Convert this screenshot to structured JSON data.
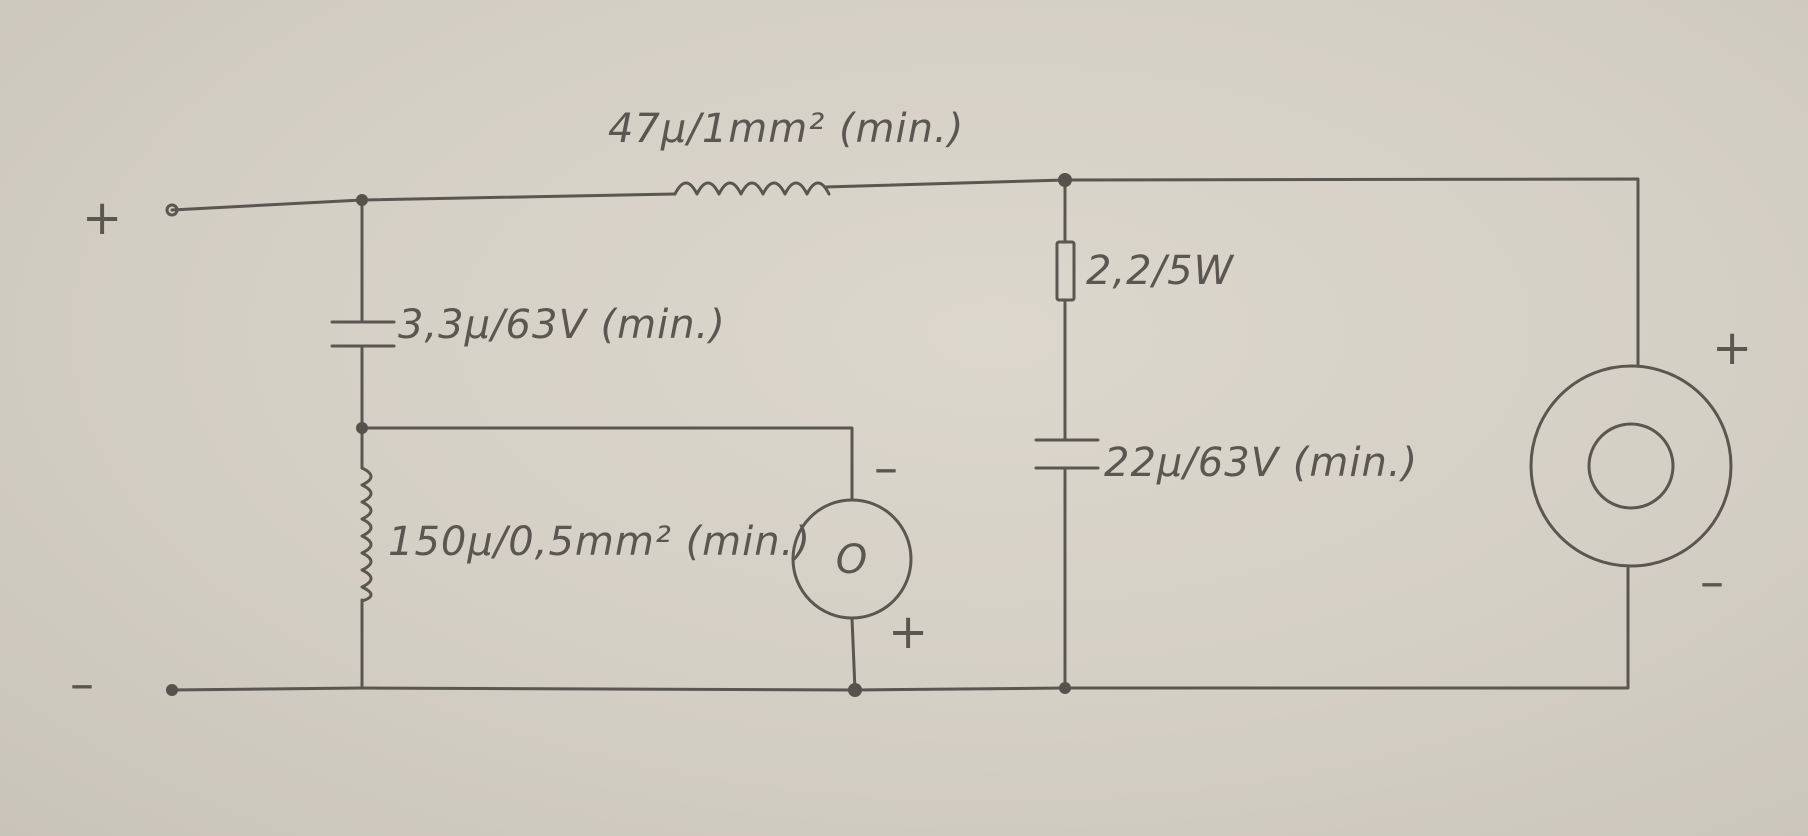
{
  "terminals": {
    "input_plus": "+",
    "input_minus": "–",
    "small_plus": "+",
    "small_minus": "–",
    "large_plus": "+",
    "large_minus": "–"
  },
  "labels": {
    "inductor_series": "47µ/1mm² (min.)",
    "capacitor_shunt": "3,3µ/63V (min.)",
    "inductor_shunt": "150µ/0,5mm² (min.)",
    "resistor": "2,2/5W",
    "capacitor_rc": "22µ/63V (min.)",
    "small_meter_symbol": "O"
  }
}
